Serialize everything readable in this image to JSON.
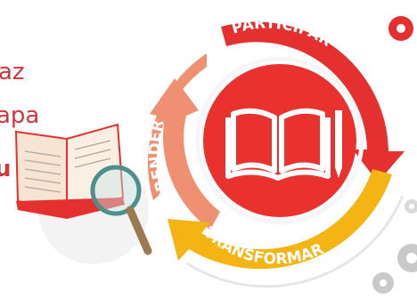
{
  "text_fragments": {
    "line1": "az",
    "line2": "apa",
    "line3": "u"
  },
  "cycle": {
    "aprender": "APRENDER",
    "participar": "PARTICIPAR",
    "transformar": "TRANSFORMAR"
  },
  "colors": {
    "red": "#e4312f",
    "salmon": "#ef9072",
    "yellow": "#f4b414",
    "gear_grey": "#c9c9c9",
    "text_red": "#d0363c"
  },
  "icons": [
    "open-book-icon",
    "pen-icon",
    "magnifier-book-icon",
    "gear-icon"
  ]
}
